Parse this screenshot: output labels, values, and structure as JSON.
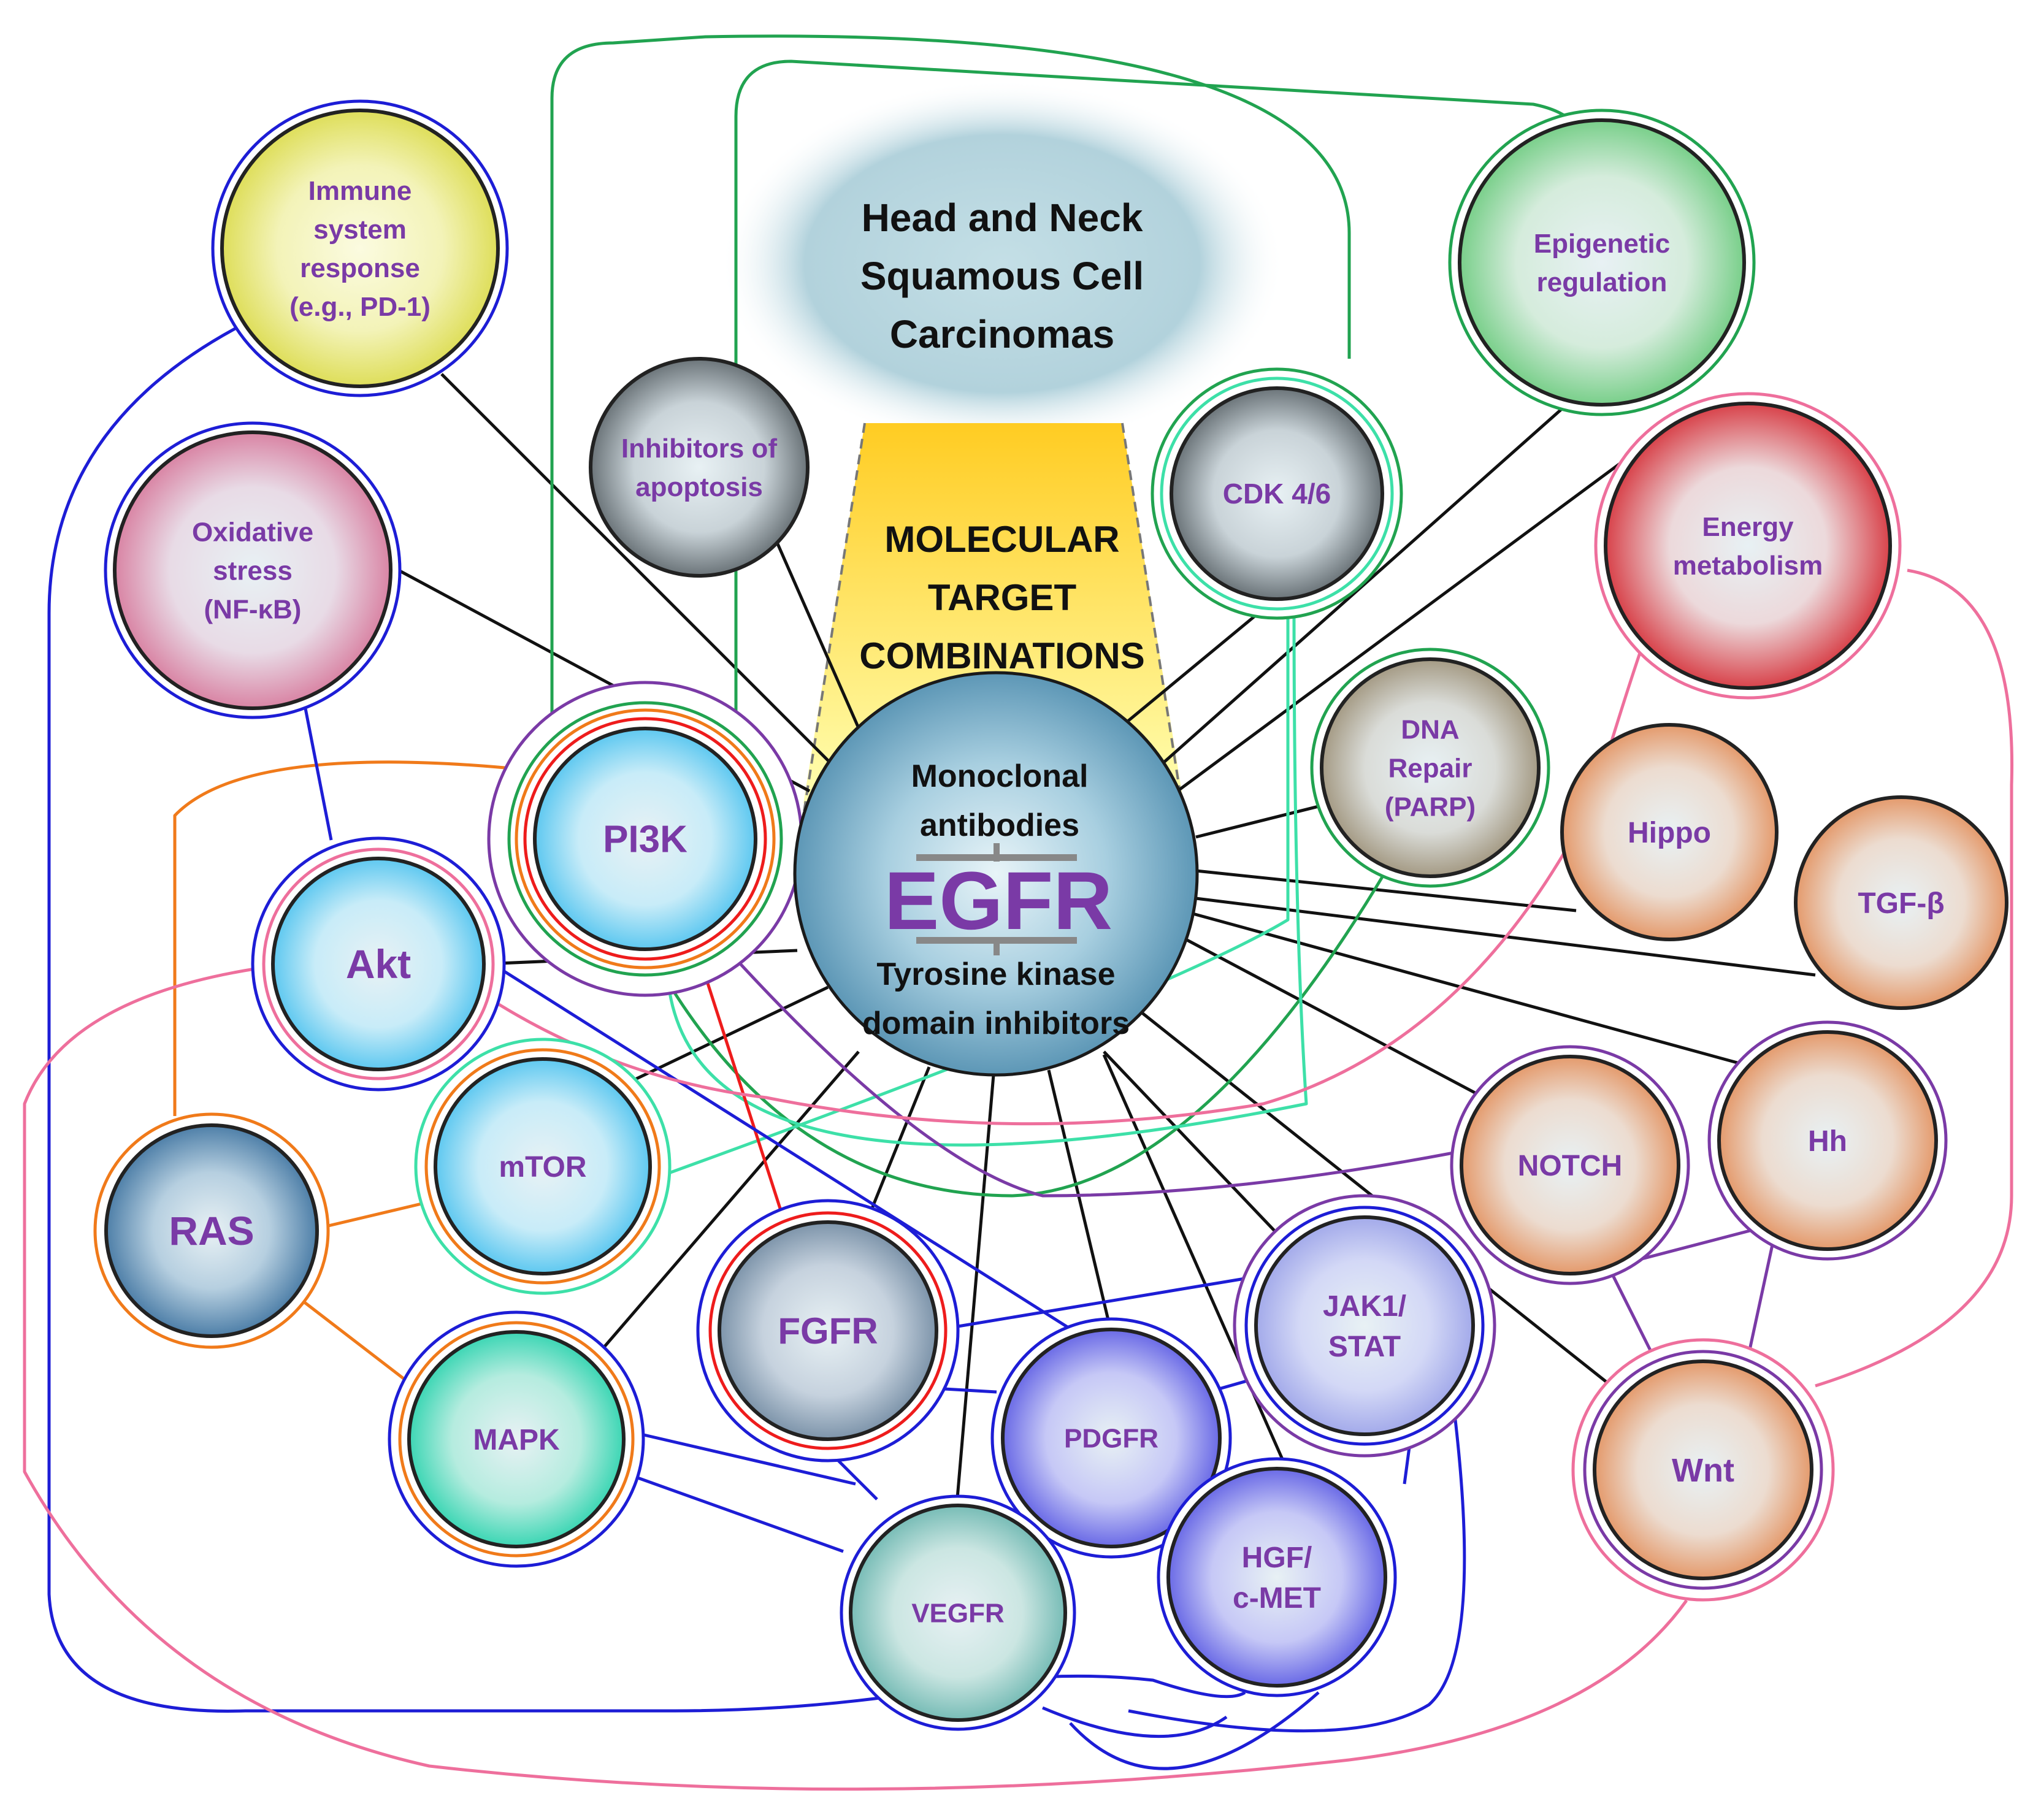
{
  "header": {
    "title_lines": [
      "Head and Neck",
      "Squamous Cell",
      "Carcinomas"
    ]
  },
  "banner": {
    "lines": [
      "MOLECULAR",
      "TARGET",
      "COMBINATIONS"
    ]
  },
  "center": {
    "top_lines": [
      "Monoclonal",
      "antibodies"
    ],
    "main_label": "EGFR",
    "bottom_lines": [
      "Tyrosine kinase",
      "domain inhibitors"
    ]
  },
  "nodes": [
    {
      "id": "immune",
      "lines": [
        "Immune",
        "system",
        "response",
        "(e.g., PD-1)"
      ]
    },
    {
      "id": "oxidative",
      "lines": [
        "Oxidative",
        "stress",
        "(NF-κB)"
      ]
    },
    {
      "id": "apoptosis",
      "lines": [
        "Inhibitors of",
        "apoptosis"
      ]
    },
    {
      "id": "cdk",
      "lines": [
        "CDK 4/6"
      ]
    },
    {
      "id": "epigenetic",
      "lines": [
        "Epigenetic",
        "regulation"
      ]
    },
    {
      "id": "energy",
      "lines": [
        "Energy",
        "metabolism"
      ]
    },
    {
      "id": "dna",
      "lines": [
        "DNA",
        "Repair",
        "(PARP)"
      ]
    },
    {
      "id": "hippo",
      "lines": [
        "Hippo"
      ]
    },
    {
      "id": "tgf",
      "lines": [
        "TGF-β"
      ]
    },
    {
      "id": "pi3k",
      "lines": [
        "PI3K"
      ]
    },
    {
      "id": "akt",
      "lines": [
        "Akt"
      ]
    },
    {
      "id": "mtor",
      "lines": [
        "mTOR"
      ]
    },
    {
      "id": "ras",
      "lines": [
        "RAS"
      ]
    },
    {
      "id": "mapk",
      "lines": [
        "MAPK"
      ]
    },
    {
      "id": "fgfr",
      "lines": [
        "FGFR"
      ]
    },
    {
      "id": "pdgfr",
      "lines": [
        "PDGFR"
      ]
    },
    {
      "id": "vegfr",
      "lines": [
        "VEGFR"
      ]
    },
    {
      "id": "jak",
      "lines": [
        "JAK1/",
        "STAT"
      ]
    },
    {
      "id": "hgf",
      "lines": [
        "HGF/",
        "c-MET"
      ]
    },
    {
      "id": "notch",
      "lines": [
        "NOTCH"
      ]
    },
    {
      "id": "hh",
      "lines": [
        "Hh"
      ]
    },
    {
      "id": "wnt",
      "lines": [
        "Wnt"
      ]
    }
  ],
  "colors": {
    "label_purple": "#7a3aa6",
    "edge_black": "#111111",
    "edge_blue": "#1d1dd6",
    "edge_green": "#21a350",
    "edge_teal": "#3de0a8",
    "edge_orange": "#f07a1a",
    "edge_red": "#ee1c1c",
    "edge_pink": "#ee6f9c",
    "edge_purple": "#7a3aa6",
    "banner_yellow": "#ffd23a"
  }
}
